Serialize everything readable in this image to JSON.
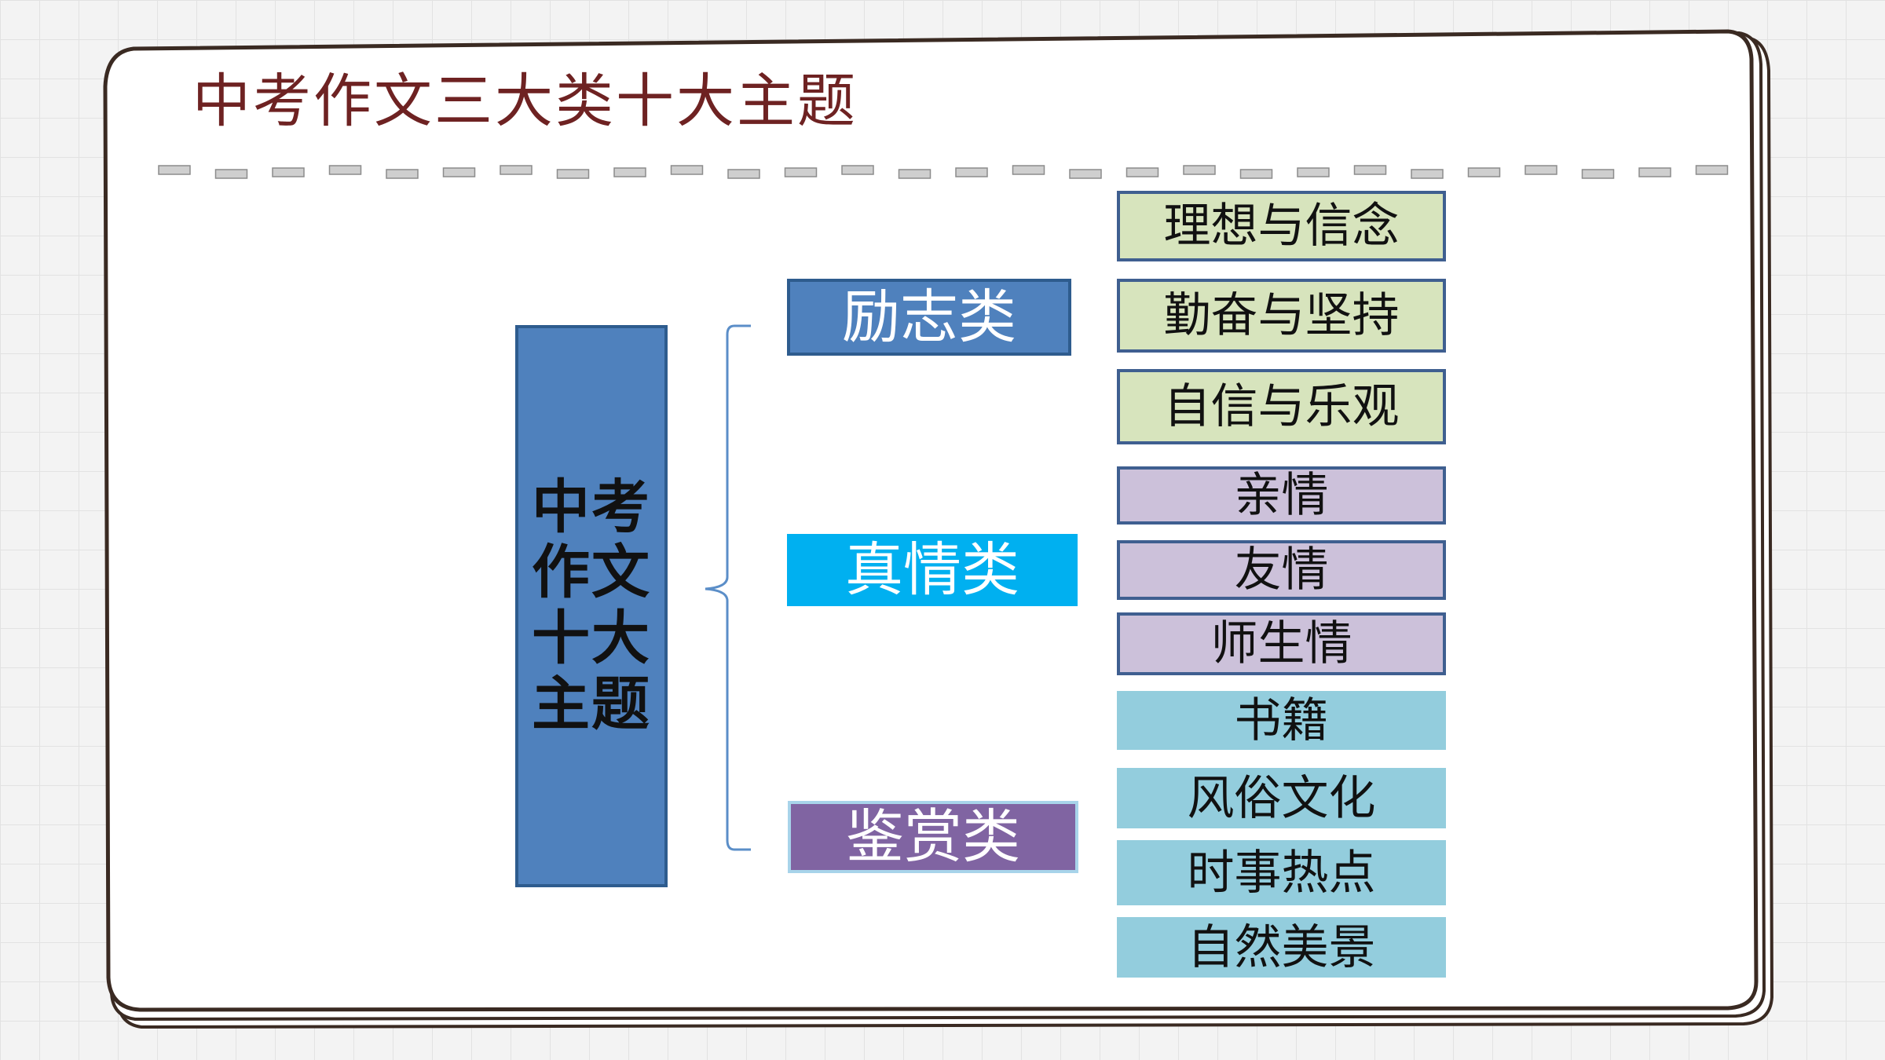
{
  "title": "中考作文三大类十大主题",
  "root": {
    "lines": [
      "中考",
      "作文",
      "十大",
      "主题"
    ]
  },
  "categories": [
    {
      "label": "励志类",
      "color": "#4f81bd"
    },
    {
      "label": "真情类",
      "color": "#00b0f0"
    },
    {
      "label": "鉴赏类",
      "color": "#8064a2"
    }
  ],
  "topics": [
    {
      "label": "理想与信念",
      "group": "励志类",
      "color": "#d7e4bd"
    },
    {
      "label": "勤奋与坚持",
      "group": "励志类",
      "color": "#d7e4bd"
    },
    {
      "label": "自信与乐观",
      "group": "励志类",
      "color": "#d7e4bd"
    },
    {
      "label": "亲情",
      "group": "真情类",
      "color": "#ccc1da"
    },
    {
      "label": "友情",
      "group": "真情类",
      "color": "#ccc1da"
    },
    {
      "label": "师生情",
      "group": "真情类",
      "color": "#ccc1da"
    },
    {
      "label": "书籍",
      "group": "鉴赏类",
      "color": "#93cddd"
    },
    {
      "label": "风俗文化",
      "group": "鉴赏类",
      "color": "#93cddd"
    },
    {
      "label": "时事热点",
      "group": "鉴赏类",
      "color": "#93cddd"
    },
    {
      "label": "自然美景",
      "group": "鉴赏类",
      "color": "#93cddd"
    }
  ]
}
